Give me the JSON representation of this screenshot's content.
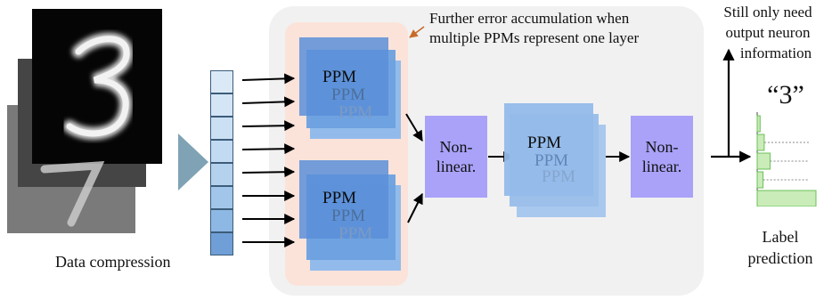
{
  "left": {
    "compression_label": "Data compression"
  },
  "annotation": {
    "error_line1": "Further error accumulation when",
    "error_line2": "multiple PPMs represent one layer",
    "output_line1": "Still only need",
    "output_line2": "output neuron",
    "output_line3": "information"
  },
  "ppm": {
    "label": "PPM"
  },
  "nonlinear": {
    "line1": "Non-",
    "line2": "linear."
  },
  "output": {
    "predicted": "“3”",
    "label_line1": "Label",
    "label_line2": "prediction"
  },
  "colors": {
    "panel": "#f1f1f1",
    "highlight": "#fbe3da",
    "ppm_front": "#5b8fd8",
    "ppm_mid": "#79a8e2",
    "ppm_back": "#9cc2ee",
    "nonlinear": "#a9a2f8",
    "bar": "#c9ecb8",
    "bar_stroke": "#6cc05a",
    "compression_arrow": "#7fa3b5",
    "callout": "#c86a2a"
  },
  "compressed_vector": {
    "cells": 8
  },
  "output_bars": {
    "values": [
      0.05,
      0.12,
      0.22,
      0.1,
      1.0
    ]
  }
}
